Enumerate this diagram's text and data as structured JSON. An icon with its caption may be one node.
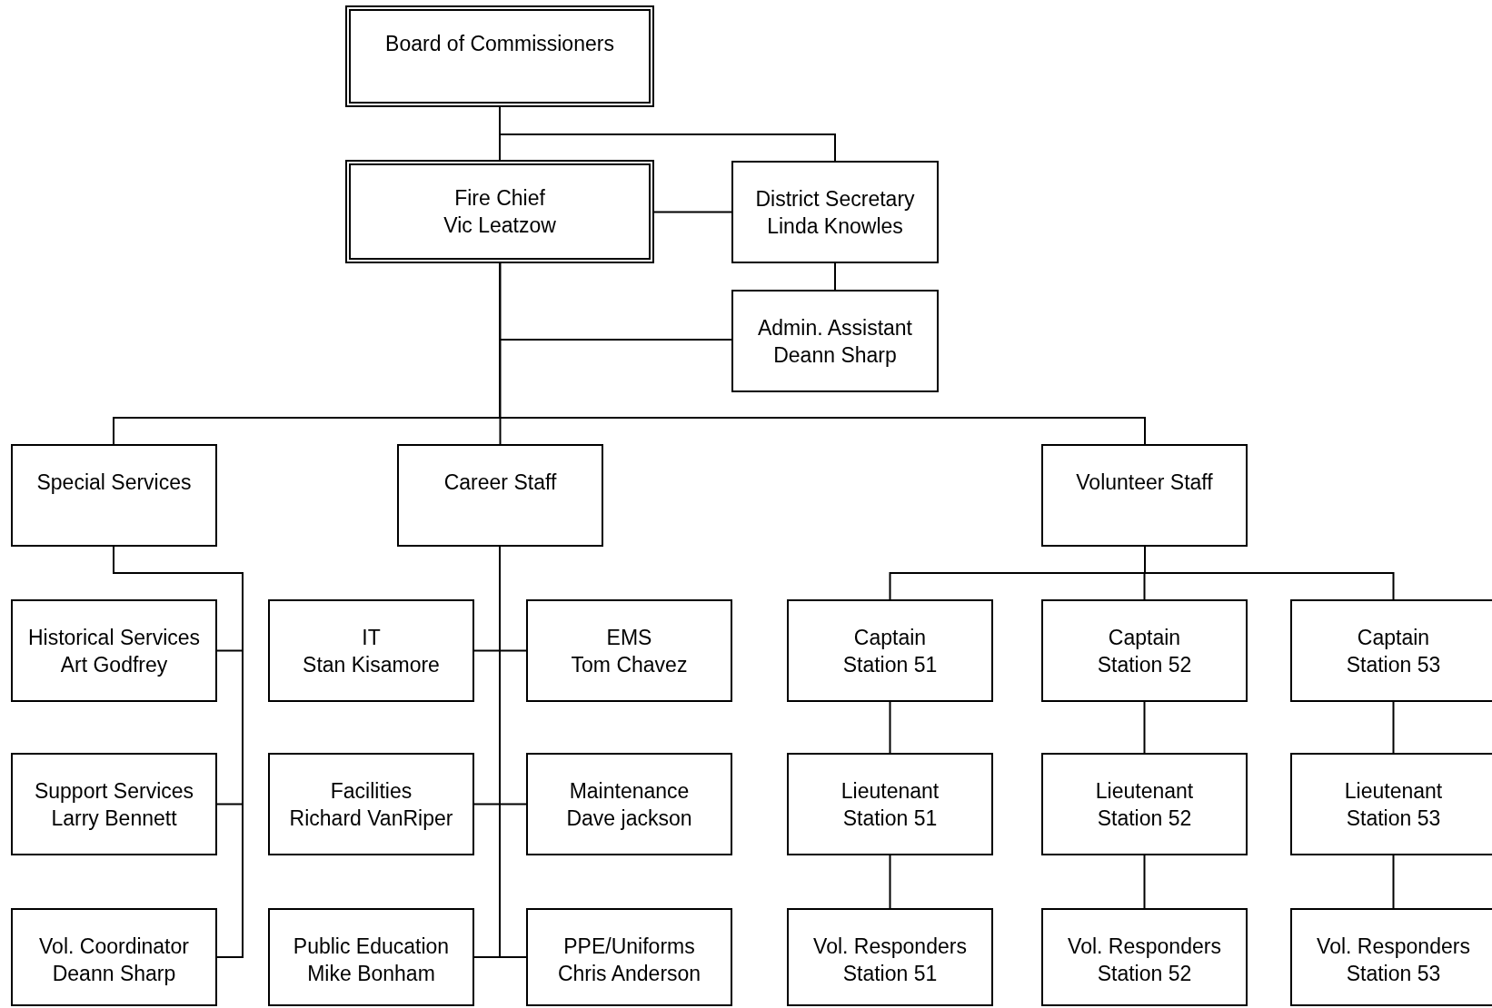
{
  "diagram": {
    "nodes": [
      {
        "text": [
          "Board of Commissioners"
        ]
      },
      {
        "text": [
          "Fire Chief",
          "Vic Leatzow"
        ]
      },
      {
        "text": [
          "District Secretary",
          "Linda Knowles"
        ]
      },
      {
        "text": [
          "Admin. Assistant",
          "Deann Sharp"
        ]
      },
      {
        "text": [
          "Special Services"
        ]
      },
      {
        "text": [
          "Career Staff"
        ]
      },
      {
        "text": [
          "Volunteer Staff"
        ]
      },
      {
        "text": [
          "Historical Services",
          "Art Godfrey"
        ]
      },
      {
        "text": [
          "IT",
          "Stan Kisamore"
        ]
      },
      {
        "text": [
          "EMS",
          "Tom Chavez"
        ]
      },
      {
        "text": [
          "Captain",
          "Station 51"
        ]
      },
      {
        "text": [
          "Captain",
          "Station 52"
        ]
      },
      {
        "text": [
          "Captain",
          "Station 53"
        ]
      },
      {
        "text": [
          "Support Services",
          "Larry Bennett"
        ]
      },
      {
        "text": [
          "Facilities",
          "Richard VanRiper"
        ]
      },
      {
        "text": [
          "Maintenance",
          "Dave jackson"
        ]
      },
      {
        "text": [
          "Lieutenant",
          "Station 51"
        ]
      },
      {
        "text": [
          "Lieutenant",
          "Station 52"
        ]
      },
      {
        "text": [
          "Lieutenant",
          "Station 53"
        ]
      },
      {
        "text": [
          "Vol. Coordinator",
          "Deann Sharp"
        ]
      },
      {
        "text": [
          "Public Education",
          "Mike Bonham"
        ]
      },
      {
        "text": [
          "PPE/Uniforms",
          "Chris Anderson"
        ]
      },
      {
        "text": [
          "Vol. Responders",
          "Station 51"
        ]
      },
      {
        "text": [
          "Vol. Responders",
          "Station 52"
        ]
      },
      {
        "text": [
          "Vol. Responders",
          "Station 53"
        ]
      }
    ],
    "edges": [
      {
        "from": 0,
        "to": 1,
        "arrow": "none"
      },
      {
        "from": 0,
        "to": 2,
        "arrow": "none"
      },
      {
        "from": 1,
        "to": 2,
        "arrow": "none"
      },
      {
        "from": 2,
        "to": 3,
        "arrow": "none"
      },
      {
        "from": 1,
        "to": 3,
        "arrow": "none"
      },
      {
        "from": 1,
        "to": 4,
        "arrow": "none"
      },
      {
        "from": 1,
        "to": 5,
        "arrow": "none"
      },
      {
        "from": 1,
        "to": 6,
        "arrow": "none"
      },
      {
        "from": 4,
        "to": 7,
        "arrow": "none"
      },
      {
        "from": 4,
        "to": 13,
        "arrow": "none"
      },
      {
        "from": 4,
        "to": 19,
        "arrow": "none"
      },
      {
        "from": 5,
        "to": 8,
        "arrow": "none"
      },
      {
        "from": 5,
        "to": 9,
        "arrow": "none"
      },
      {
        "from": 5,
        "to": 14,
        "arrow": "none"
      },
      {
        "from": 5,
        "to": 15,
        "arrow": "none"
      },
      {
        "from": 5,
        "to": 20,
        "arrow": "none"
      },
      {
        "from": 5,
        "to": 21,
        "arrow": "none"
      },
      {
        "from": 6,
        "to": 10,
        "arrow": "none"
      },
      {
        "from": 6,
        "to": 11,
        "arrow": "none"
      },
      {
        "from": 6,
        "to": 12,
        "arrow": "none"
      },
      {
        "from": 10,
        "to": 16,
        "arrow": "none"
      },
      {
        "from": 11,
        "to": 17,
        "arrow": "none"
      },
      {
        "from": 12,
        "to": 18,
        "arrow": "none"
      },
      {
        "from": 16,
        "to": 22,
        "arrow": "none"
      },
      {
        "from": 17,
        "to": 23,
        "arrow": "none"
      },
      {
        "from": 18,
        "to": 24,
        "arrow": "none"
      }
    ]
  }
}
